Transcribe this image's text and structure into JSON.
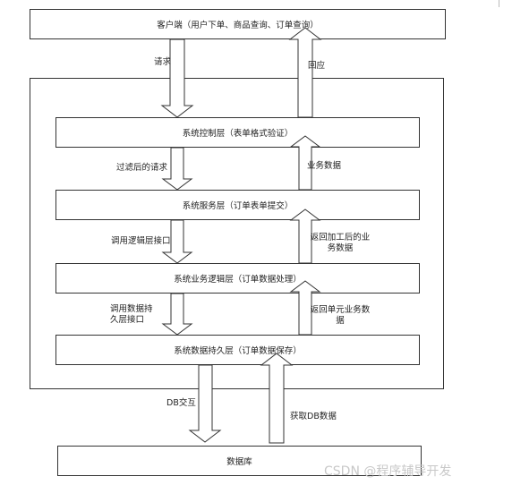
{
  "diagram": {
    "client": "客户端（用户下单、商品查询、订单查询）",
    "layers": [
      "系统控制层（表单格式验证）",
      "系统服务层（订单表单提交）",
      "系统业务逻辑层（订单数据处理）",
      "系统数据持久层（订单数据保存）"
    ],
    "database": "数据库",
    "down_labels": [
      "请求",
      "过滤后的请求",
      "调用逻辑层接口",
      "调用数据持久层接口",
      "DB交互"
    ],
    "up_labels": [
      "回应",
      "业务数据",
      "返回加工后的业务数据",
      "返回单元业务数据",
      "获取DB数据"
    ],
    "watermark": "CSDN @程序辅导开发"
  }
}
